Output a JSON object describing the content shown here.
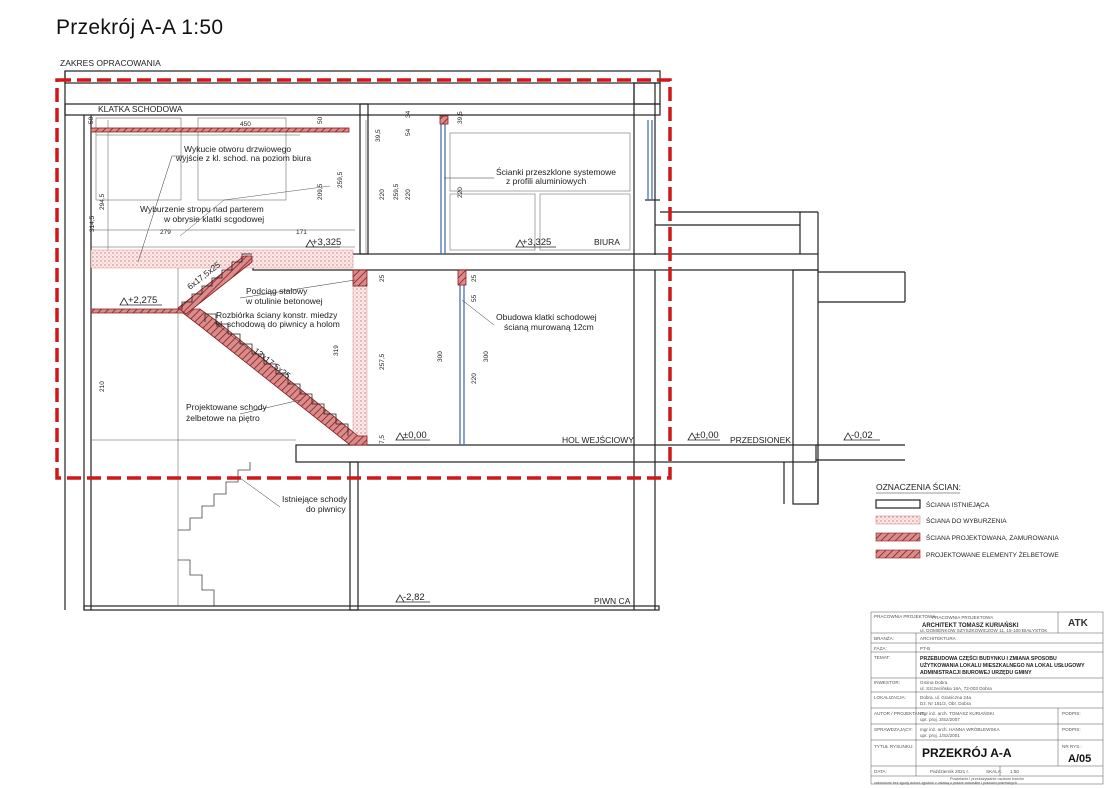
{
  "title": "Przekrój A-A 1:50",
  "zakres_label": "ZAKRES OPRACOWANIA",
  "rooms": {
    "klatka": "KLATKA SCHODOWA",
    "biura": "BIURA",
    "hol": "HOL WEJŚCIOWY",
    "przedsionek": "PRZEDSIONEK",
    "piwnica": "PIWN CA"
  },
  "annotations": {
    "wykucie_1": "Wykucie otworu drzwiowego",
    "wykucie_2": "wyjście z kl. schod. na poziom biura",
    "wyburzenie_1": "Wyburzenie stropu nad parterem",
    "wyburzenie_2": "w obrysie klatki scgodowej",
    "scianki_1": "Ścianki przeszklone systemowe",
    "scianki_2": "z profili aluminiowych",
    "podciag_1": "Podciąg stalowy",
    "podciag_2": "w otulinie betonowej",
    "rozbiorka_1": "Rozbiórka ściany konstr. miedzy",
    "rozbiorka_2": "kl. schodową do piwnicy a holom",
    "obudowa_1": "Obudowa klatki schodowej",
    "obudowa_2": "ścianą murowaną 12cm",
    "projektowane_1": "Projektowane schody",
    "projektowane_2": "żelbetowe na piętro",
    "istniejace_1": "Istniejące schody",
    "istniejace_2": "do piwnicy",
    "stairs_upper": "6x17,5x25",
    "stairs_lower": "13x17,5x25"
  },
  "levels": {
    "l3325a": "+3,325",
    "l3325b": "+3,325",
    "l2275": "+2,275",
    "l000a": "±0,00",
    "l000b": "±0,00",
    "l002": "-0,02",
    "l282": "-2,82"
  },
  "dims": {
    "d450": "450",
    "d50a": "50",
    "d50b": "50",
    "d279": "279",
    "d171": "171",
    "d3145": "314,5",
    "d2945": "294,5",
    "d210": "210",
    "d2095": "209,5",
    "d2595a": "259,5",
    "d395a": "39,5",
    "d220a": "220",
    "d2595b": "259,5",
    "d220b": "220",
    "d54": "54",
    "d34": "34",
    "d395b": "39,5",
    "d220c": "220",
    "d25a": "25",
    "d25b": "25",
    "d55": "55",
    "d319": "319",
    "d2575": "257,5",
    "d300a": "300",
    "d220d": "220",
    "d300b": "300",
    "d75": "7,5"
  },
  "legend": {
    "title": "OZNACZENIA ŚCIAN:",
    "items": [
      {
        "label": "ŚCIANA ISTNIEJĄCA"
      },
      {
        "label": "ŚCIANA DO WYBURZENIA"
      },
      {
        "label": "ŚCIANA PROJEKTOWANA, ZAMUROWANIA"
      },
      {
        "label": "PROJEKTOWANE ELEMENTY ŻELBETOWE"
      }
    ]
  },
  "title_block": {
    "pracownia_label": "PRACOWNIA PROJEKTOWA",
    "office_name": "PRACOWNIA PROJEKTOWA",
    "architect": "ARCHITEKT TOMASZ KURIAŃSKI",
    "address": "ul. DOMIENKOW SZYSZKOWICZOW 11, 15-100 BIAŁYSTOK",
    "logo": "ATK",
    "branza_label": "BRANŻA:",
    "branza": "ARCHITEKTURA",
    "faza_label": "FAZA:",
    "faza": "PT-B",
    "temat_label": "TEMAT:",
    "temat_1": "PRZEBUDOWA CZĘŚCI BUDYNKU I ZMIANA SPOSOBU",
    "temat_2": "UŻYTKOWANIA LOKALU MIESZKALNEGO NA LOKAL USŁUGOWY",
    "temat_3": "ADMINISTRACJI BIUROWEJ URZĘDU GMINY",
    "inwestor_label": "INWESTOR:",
    "inwestor_1": "Gmina Dobra",
    "inwestor_2": "ul. Szczecińska 16A, 72-003 Dobra",
    "lokalizacja_label": "LOKALIZACJA:",
    "lokalizacja_1": "Dobra, ul. Graniczna 24a",
    "lokalizacja_2": "Dz. Nr 151/2, Obr. Dobra",
    "autor_label": "AUTOR / PROJEKTANT:",
    "autor_1": "mgr inż. arch. TOMASZ KURIAŃSKI",
    "autor_2": "upr. proj. 3/Sz/2007",
    "sprawdzajacy_label": "SPRAWDZAJĄCY:",
    "sprawdzajacy_1": "mgr inż. arch. HANNA WRÓBLEWSKA",
    "sprawdzajacy_2": "upr. proj. 1/Sz/2001",
    "podpis_label_1": "PODPIS:",
    "podpis_label_2": "PODPIS:",
    "tytul_label": "TYTUŁ RYSUNKU:",
    "tytul": "PRZEKRÓJ A-A",
    "numer_label": "NR RYS.:",
    "numer": "A/05",
    "data_label": "DATA:",
    "data": "Październik 2021 r.",
    "skala_label": "SKALA:",
    "skala": "1:50",
    "footer_1": "Powielanie i przekazywanie osobom trzecim",
    "footer_2": "zabronione bez zgody autora zgodnie z ustawą o prawie autorskim i prawach pokrewnych"
  }
}
